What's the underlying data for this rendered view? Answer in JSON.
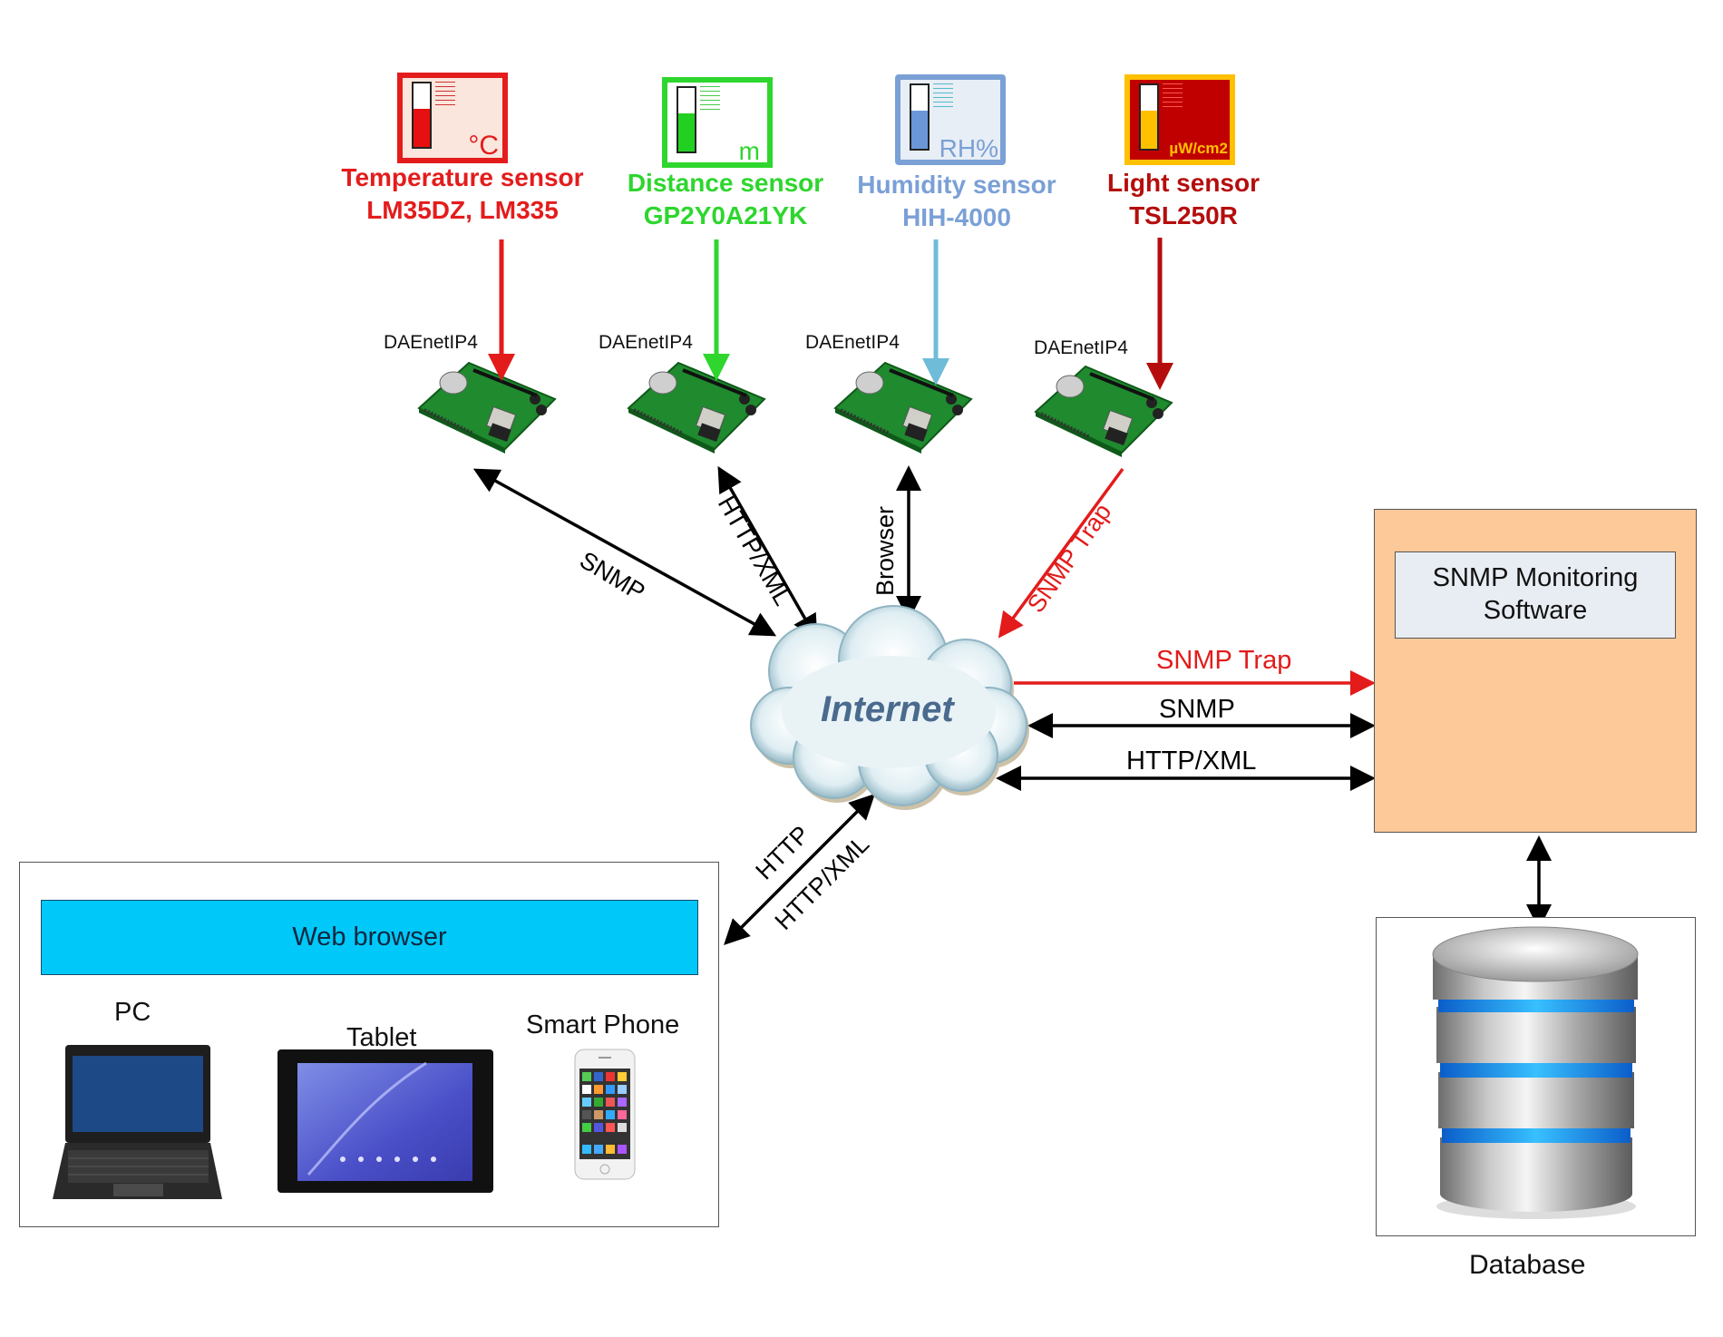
{
  "sensors": [
    {
      "name": "Temperature sensor",
      "model": "LM35DZ, LM335",
      "unit": "°C",
      "color": "#e41c1c",
      "fill": "#e61010",
      "box_bg": "#fbe6dd",
      "icon": "thermometer-icon",
      "level": 0.55
    },
    {
      "name": "Distance sensor",
      "model": "GP2Y0A21YK",
      "unit": "m",
      "color": "#2ed62e",
      "fill": "#22d022",
      "box_bg": "#ffffff",
      "icon": "thermometer-icon",
      "level": 0.55
    },
    {
      "name": "Humidity sensor",
      "model": "HIH-4000",
      "unit": "RH%",
      "color": "#7aa0d6",
      "fill": "#6b97d8",
      "box_bg": "#e8eef5",
      "icon": "thermometer-icon",
      "level": 0.55
    },
    {
      "name": "Light sensor",
      "model": "TSL250R",
      "unit": "µW/cm2",
      "color": "#b50d0d",
      "fill": "#ffc000",
      "box_bg": "#c00000",
      "icon": "thermometer-icon",
      "level": 0.55
    }
  ],
  "boards": [
    {
      "label": "DAEnetIP4"
    },
    {
      "label": "DAEnetIP4"
    },
    {
      "label": "DAEnetIP4"
    },
    {
      "label": "DAEnetIP4"
    }
  ],
  "internet": {
    "label": "Internet"
  },
  "links": {
    "snmp_board": "SNMP",
    "http_xml_board": "HTTP/XML",
    "browser_board": "Browser",
    "snmp_trap_board": "SNMP Trap",
    "snmp_trap_server": "SNMP Trap",
    "snmp_server": "SNMP",
    "http_xml_server": "HTTP/XML",
    "http_client": "HTTP",
    "http_xml_client": "HTTP/XML"
  },
  "server": {
    "label": "SNMP Monitoring\nSoftware",
    "line1": "SNMP Monitoring",
    "line2": "Software",
    "bg": "#fdc998"
  },
  "database": {
    "label": "Database"
  },
  "clients": {
    "browser_label": "Web browser",
    "browser_bg": "#00c8f8",
    "devices": [
      {
        "label": "PC",
        "icon": "laptop-icon"
      },
      {
        "label": "Tablet",
        "icon": "tablet-icon"
      },
      {
        "label": "Smart Phone",
        "icon": "smartphone-icon"
      }
    ]
  },
  "colors": {
    "arrow_black": "#000000",
    "arrow_red": "#e31b1b",
    "arrow_darkred": "#b50d0d",
    "arrow_green": "#2ed62e",
    "arrow_lightblue": "#6fbcd8"
  }
}
